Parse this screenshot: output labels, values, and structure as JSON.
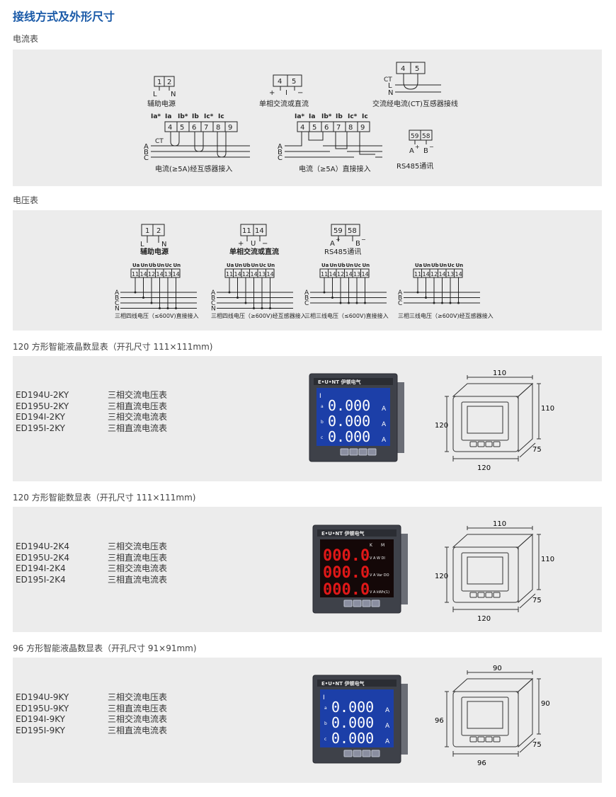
{
  "page_title": "接线方式及外形尺寸",
  "current_section": {
    "label": "电流表",
    "aux_power": {
      "terminals": [
        "1",
        "2"
      ],
      "sublabels": [
        "L",
        "N"
      ],
      "caption": "辅助电源"
    },
    "single_phase": {
      "terminals": [
        "4",
        "5"
      ],
      "sublabels": [
        "+",
        "I",
        "−"
      ],
      "caption": "单相交流或直流"
    },
    "ct_ac": {
      "terminals": [
        "4",
        "5"
      ],
      "lines": [
        "CT",
        "L",
        "N"
      ],
      "caption": "交流经电流(CT)互感器接线"
    },
    "ct_3phase": {
      "headers": [
        "Ia*",
        "Ia",
        "Ib*",
        "Ib",
        "Ic*",
        "Ic"
      ],
      "terminals": [
        "4",
        "5",
        "6",
        "7",
        "8",
        "9"
      ],
      "lines": [
        "CT",
        "A",
        "B",
        "C"
      ],
      "caption": "电流(≥5A)经互感器接入"
    },
    "direct_3phase": {
      "headers": [
        "Ia*",
        "Ia",
        "Ib*",
        "Ib",
        "Ic*",
        "Ic"
      ],
      "terminals": [
        "4",
        "5",
        "6",
        "7",
        "8",
        "9"
      ],
      "lines": [
        "A",
        "B",
        "C"
      ],
      "caption": "电流（≥5A）直接接入"
    },
    "rs485": {
      "terminals": [
        "59",
        "58"
      ],
      "sublabels": [
        "A",
        "+",
        "B",
        "−"
      ],
      "caption": "RS485通讯"
    }
  },
  "voltage_section": {
    "label": "电压表",
    "aux_power": {
      "terminals": [
        "1",
        "2"
      ],
      "sublabels": [
        "L",
        "N"
      ],
      "caption": "辅助电源"
    },
    "single_phase": {
      "terminals": [
        "11",
        "14"
      ],
      "sublabels": [
        "+",
        "U",
        "−"
      ],
      "caption": "单相交流或直流"
    },
    "rs485": {
      "terminals": [
        "59",
        "58"
      ],
      "sublabels": [
        "A",
        "+",
        "B",
        "−"
      ],
      "caption": "RS485通讯"
    },
    "headers": [
      "Ua",
      "Un",
      "Ub",
      "Un",
      "Uc",
      "Un"
    ],
    "terminals": [
      "11",
      "14",
      "12",
      "14",
      "13",
      "14"
    ],
    "d1": {
      "lines": [
        "A",
        "B",
        "C",
        "N"
      ],
      "caption": "三相四线电压（≤600V)直接接入"
    },
    "d2": {
      "lines": [
        "A",
        "B",
        "C",
        "N"
      ],
      "caption": "三相四线电压（≥600V)经互感器接入"
    },
    "d3": {
      "lines": [
        "A",
        "B",
        "C"
      ],
      "caption": "三相三线电压（≤600V)直接接入"
    },
    "d4": {
      "lines": [
        "A",
        "B",
        "C"
      ],
      "caption": "三相三线电压（≥600V)经互感器接入"
    }
  },
  "products": [
    {
      "heading": "120 方形智能液晶数显表（开孔尺寸 111×111mm)",
      "items": [
        {
          "model": "ED194U-2KY",
          "desc": "三相交流电压表"
        },
        {
          "model": "ED195U-2KY",
          "desc": "三相直流电压表"
        },
        {
          "model": "ED194I-2KY",
          "desc": "三相交流电流表"
        },
        {
          "model": "ED195I-2KY",
          "desc": "三相直流电流表"
        }
      ],
      "meter": {
        "brand": "E•U•NT 伊顿电气",
        "readings": [
          "0.000",
          "0.000",
          "0.000"
        ],
        "unit": "A",
        "left_marks": [
          "I",
          "a",
          "b",
          "c"
        ],
        "buttons": 4,
        "display": "lcd"
      },
      "dims": {
        "width": "110",
        "height": "120",
        "side": "110",
        "depth": "75",
        "bottom": "120"
      }
    },
    {
      "heading": "120 方形智能数显表（开孔尺寸 111×111mm)",
      "items": [
        {
          "model": "ED194U-2K4",
          "desc": "三相交流电压表"
        },
        {
          "model": "ED195U-2K4",
          "desc": "三相直流电压表"
        },
        {
          "model": "ED194I-2K4",
          "desc": "三相交流电流表"
        },
        {
          "model": "ED195I-2K4",
          "desc": "三相直流电流表"
        }
      ],
      "meter": {
        "brand": "E•U•NT 伊顿电气",
        "readings": [
          "000.0",
          "000.0",
          "000.0"
        ],
        "top_marks": [
          "K",
          "M"
        ],
        "right_marks": [
          "V A W DI",
          "V A Var DO",
          "V A kWh(1)"
        ],
        "buttons": 4,
        "display": "led"
      },
      "dims": {
        "width": "110",
        "height": "120",
        "side": "110",
        "depth": "75",
        "bottom": "120"
      }
    },
    {
      "heading": "96 方形智能液晶数显表（开孔尺寸 91×91mm)",
      "items": [
        {
          "model": "ED194U-9KY",
          "desc": "三相交流电压表"
        },
        {
          "model": "ED195U-9KY",
          "desc": "三相直流电压表"
        },
        {
          "model": "ED194I-9KY",
          "desc": "三相交流电流表"
        },
        {
          "model": "ED195I-9KY",
          "desc": "三相直流电流表"
        }
      ],
      "meter": {
        "brand": "E•U•NT 伊顿电气",
        "readings": [
          "0.000",
          "0.000",
          "0.000"
        ],
        "unit": "A",
        "left_marks": [
          "I",
          "a",
          "b",
          "c"
        ],
        "buttons": 4,
        "display": "lcd"
      },
      "dims": {
        "width": "90",
        "height": "96",
        "side": "90",
        "depth": "75",
        "bottom": "96"
      }
    }
  ],
  "colors": {
    "title": "#1a5aa8",
    "panel": "#ececec",
    "lcd": "#1c3fa8",
    "led": "#e01818"
  }
}
